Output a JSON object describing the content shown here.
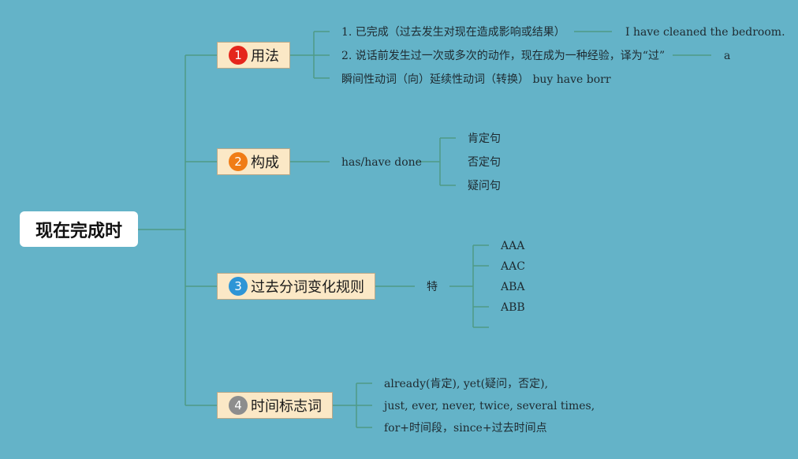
{
  "root": {
    "label": "现在完成时"
  },
  "branches": [
    {
      "num": "1",
      "label": "用法",
      "color": "#e5261c"
    },
    {
      "num": "2",
      "label": "构成",
      "color": "#f07c16"
    },
    {
      "num": "3",
      "label": "过去分词变化规则",
      "color": "#2e95d6"
    },
    {
      "num": "4",
      "label": "时间标志词",
      "color": "#8d8d8d"
    }
  ],
  "usage": {
    "items": [
      "1. 已完成（过去发生对现在造成影响或结果）",
      "2. 说话前发生过一次或多次的动作，现在成为一种经验，译为“过”",
      "瞬间性动词（向）延续性动词（转换） buy have borr"
    ],
    "example1": "I have cleaned the bedroom.",
    "example2": "a"
  },
  "structure": {
    "formula": "has/have done",
    "types": [
      "肯定句",
      "否定句",
      "疑问句"
    ]
  },
  "participle": {
    "label": "特",
    "patterns": [
      "AAA",
      "AAC",
      "ABA",
      "ABB"
    ]
  },
  "markers": {
    "items": [
      "already(肯定), yet(疑问，否定),",
      "just, ever, never, twice, several times,",
      "for+时间段，since+过去时间点"
    ]
  }
}
